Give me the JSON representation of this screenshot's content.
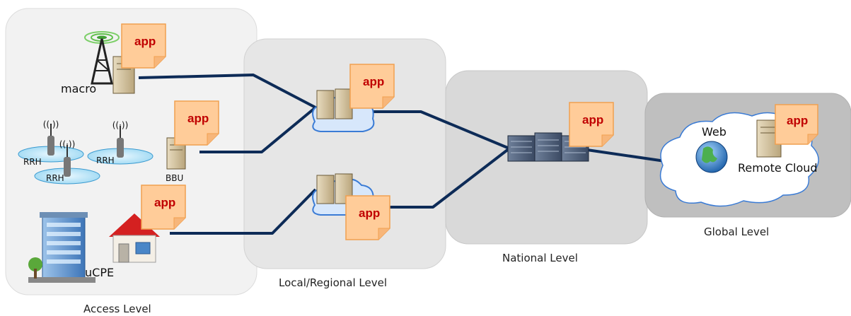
{
  "levels": {
    "access": "Access Level",
    "regional": "Local/Regional Level",
    "national": "National Level",
    "global": "Global Level"
  },
  "nodes": {
    "macro": "macro",
    "rrh": "RRH",
    "bbu": "BBU",
    "ucpe": "uCPE",
    "web": "Web",
    "remote_cloud": "Remote Cloud"
  },
  "app_label": "app",
  "colors": {
    "link": "#0d2b57",
    "app_note": "#ffcc99",
    "app_border": "#f0a050",
    "app_text": "#c00000",
    "cloud_edge": "#3a7bd5",
    "access_bg": "#f2f2f2",
    "regional_bg": "#e6e6e6",
    "national_bg": "#d9d9d9",
    "global_bg": "#bfbfbf"
  }
}
